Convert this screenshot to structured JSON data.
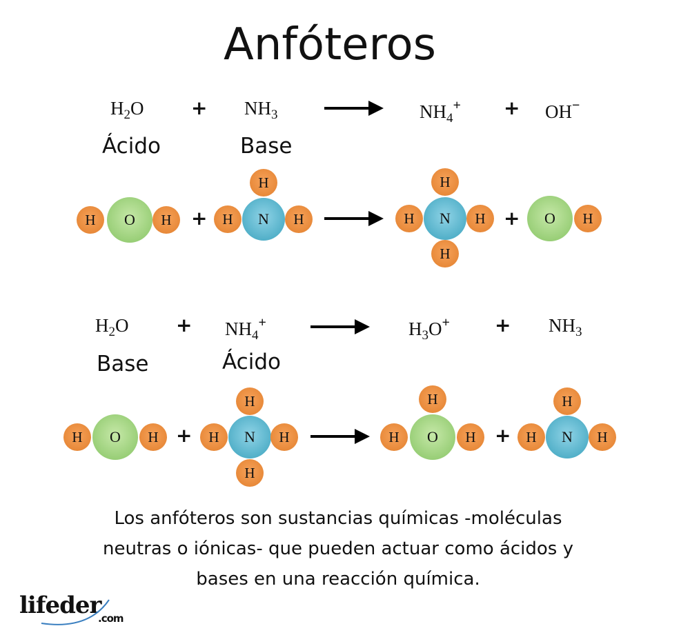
{
  "title": "Anfóteros",
  "atoms": {
    "H": "H",
    "O": "O",
    "N": "N"
  },
  "reaction1": {
    "r1": {
      "main": "H",
      "sub": "2",
      "tail": "O"
    },
    "plus": "+",
    "r2": {
      "main": "NH",
      "sub": "3"
    },
    "p1": {
      "main": "NH",
      "sub": "4",
      "sup": "+"
    },
    "p2": {
      "main": "OH",
      "sup": "−"
    },
    "label_r1": "Ácido",
    "label_r2": "Base"
  },
  "reaction2": {
    "r1": {
      "main": "H",
      "sub": "2",
      "tail": "O"
    },
    "plus": "+",
    "r2": {
      "main": "NH",
      "sub": "4",
      "sup": "+"
    },
    "p1": {
      "main": "H",
      "sub": "3",
      "tail": "O",
      "sup": "+"
    },
    "p2": {
      "main": "NH",
      "sub": "3"
    },
    "label_r1": "Base",
    "label_r2": "Ácido"
  },
  "description": [
    "Los anfóteros son sustancias químicas -moléculas",
    "neutras o iónicas- que pueden actuar como ácidos y",
    "bases en una reacción química."
  ],
  "logo": {
    "name": "lifeder",
    "suffix": ".com"
  },
  "colors": {
    "hydrogen": "#e8873a",
    "oxygen": "#8dc96a",
    "nitrogen": "#3fa8c0"
  }
}
